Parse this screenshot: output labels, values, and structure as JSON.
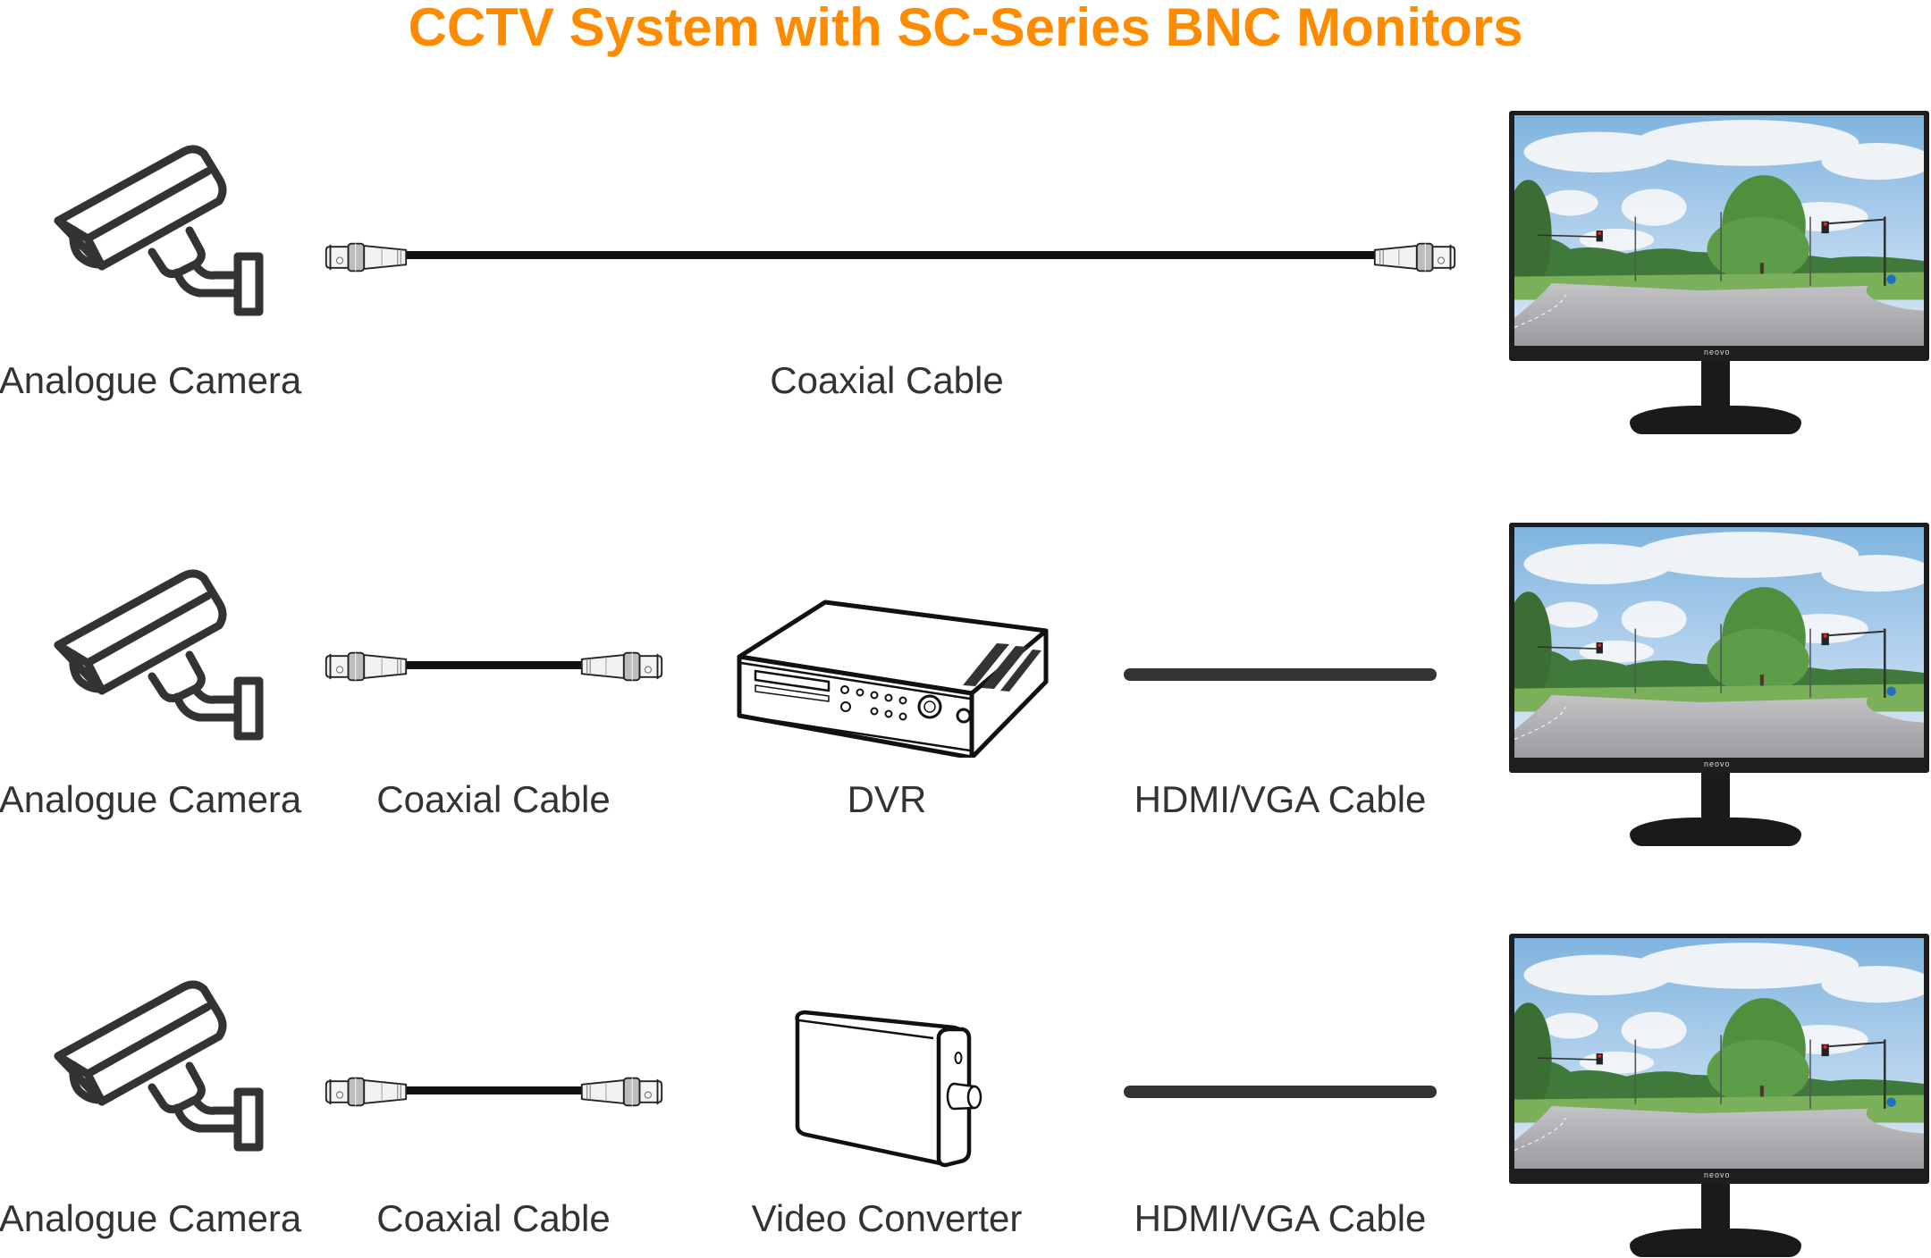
{
  "title": "CCTV System with SC-Series BNC Monitors",
  "colors": {
    "title": "#FF8C00",
    "label_text": "#333333",
    "line_art": "#333333",
    "coax_cable": "#111111",
    "hdmi_cable": "#333333",
    "monitor_bezel": "#1e1e1e"
  },
  "monitor_brand": "neovo",
  "rows": [
    {
      "id": "direct",
      "components": [
        {
          "type": "camera",
          "icon": "cctv-camera-icon",
          "label": "Analogue Camera"
        },
        {
          "type": "cable",
          "icon": "coaxial-bnc-cable-icon",
          "label": "Coaxial Cable"
        },
        {
          "type": "monitor",
          "icon": "monitor-icon",
          "label": ""
        }
      ]
    },
    {
      "id": "via-dvr",
      "components": [
        {
          "type": "camera",
          "icon": "cctv-camera-icon",
          "label": "Analogue Camera"
        },
        {
          "type": "cable",
          "icon": "coaxial-bnc-cable-icon",
          "label": "Coaxial Cable"
        },
        {
          "type": "device",
          "icon": "dvr-icon",
          "label": "DVR"
        },
        {
          "type": "cable",
          "icon": "hdmi-vga-cable-icon",
          "label": "HDMI/VGA Cable"
        },
        {
          "type": "monitor",
          "icon": "monitor-icon",
          "label": ""
        }
      ]
    },
    {
      "id": "via-converter",
      "components": [
        {
          "type": "camera",
          "icon": "cctv-camera-icon",
          "label": "Analogue Camera"
        },
        {
          "type": "cable",
          "icon": "coaxial-bnc-cable-icon",
          "label": "Coaxial Cable"
        },
        {
          "type": "device",
          "icon": "video-converter-icon",
          "label": "Video Converter"
        },
        {
          "type": "cable",
          "icon": "hdmi-vga-cable-icon",
          "label": "HDMI/VGA Cable"
        },
        {
          "type": "monitor",
          "icon": "monitor-icon",
          "label": ""
        }
      ]
    }
  ]
}
